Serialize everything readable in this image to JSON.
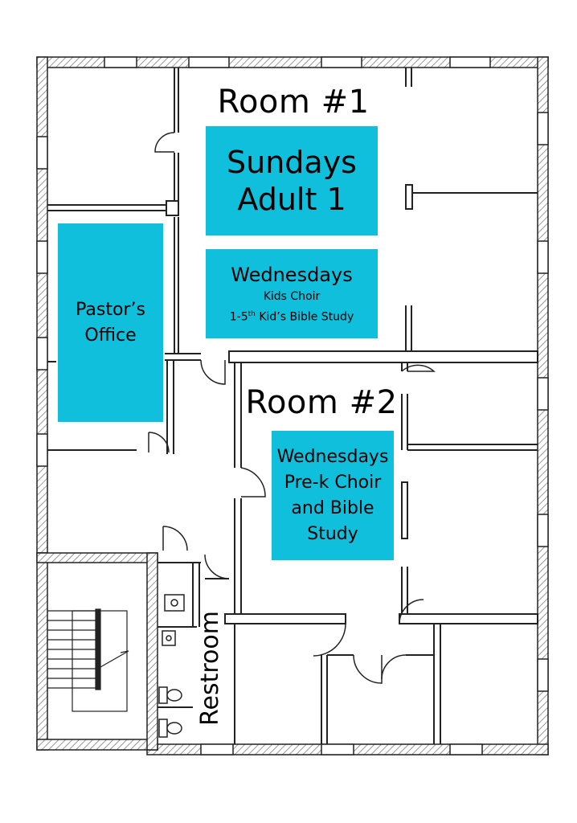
{
  "rooms": {
    "room1": {
      "title": "Room #1",
      "sundays": {
        "line1": "Sundays",
        "line2": "Adult 1"
      },
      "wednesdays": {
        "title": "Wednesdays",
        "line1": "Kids Choir",
        "line2_pre": "1-5",
        "line2_sup": "th",
        "line2_post": " Kid’s Bible Study"
      }
    },
    "pastor": {
      "line1": "Pastor’s",
      "line2": "Office"
    },
    "room2": {
      "title": "Room #2",
      "wednesdays": {
        "line1": "Wednesdays",
        "line2": "Pre-k Choir",
        "line3": "and Bible",
        "line4": "Study"
      }
    },
    "restroom": {
      "label": "Restroom"
    }
  },
  "colors": {
    "label_box": "#10bfdc",
    "wall": "#222222",
    "outer_hatch": "#888888"
  }
}
